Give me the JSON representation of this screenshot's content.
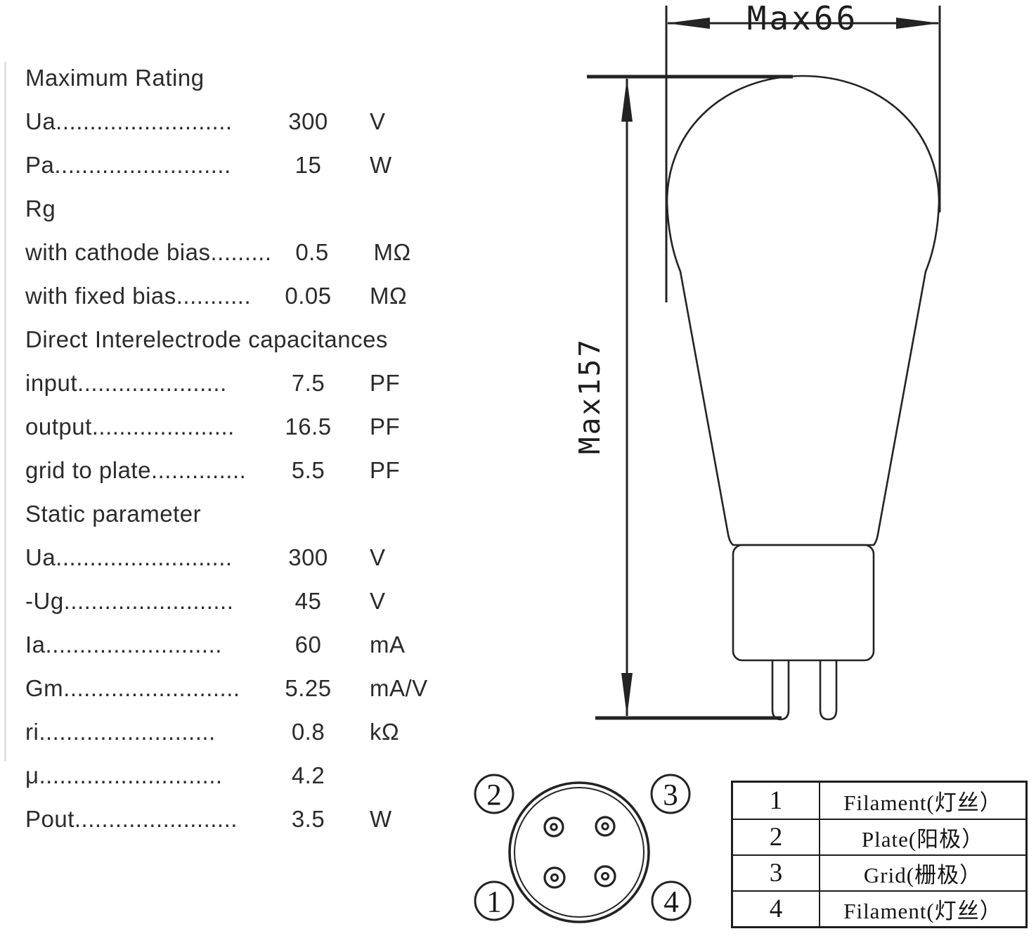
{
  "specs": {
    "rows": [
      {
        "label": "Maximum Rating",
        "value": "",
        "unit": ""
      },
      {
        "label": "Ua..........................",
        "value": "300",
        "unit": "V"
      },
      {
        "label": "Pa..........................",
        "value": "15",
        "unit": "W"
      },
      {
        "label": "Rg",
        "value": "",
        "unit": ""
      },
      {
        "label": "with cathode bias.........",
        "value": "0.5",
        "unit": "MΩ"
      },
      {
        "label": "with fixed bias...........",
        "value": "0.05",
        "unit": "MΩ"
      },
      {
        "label": "Direct Interelectrode capacitances",
        "value": "",
        "unit": ""
      },
      {
        "label": "input......................",
        "value": "7.5",
        "unit": "PF"
      },
      {
        "label": "output.....................",
        "value": "16.5",
        "unit": "PF"
      },
      {
        "label": "grid to plate..............",
        "value": "5.5",
        "unit": "PF"
      },
      {
        "label": "Static parameter",
        "value": "",
        "unit": ""
      },
      {
        "label": "Ua..........................",
        "value": "300",
        "unit": "V"
      },
      {
        "label": "-Ug.........................",
        "value": "45",
        "unit": "V"
      },
      {
        "label": "Ia..........................",
        "value": "60",
        "unit": "mA"
      },
      {
        "label": "Gm..........................",
        "value": "5.25",
        "unit": "mA/V"
      },
      {
        "label": "ri..........................",
        "value": "0.8",
        "unit": "kΩ"
      },
      {
        "label": "μ...........................",
        "value": "4.2",
        "unit": ""
      },
      {
        "label": "Pout........................",
        "value": "3.5",
        "unit": "W"
      }
    ]
  },
  "drawing": {
    "width_label": "Max66",
    "height_label": "Max157"
  },
  "pinout": {
    "top_left": "2",
    "top_right": "3",
    "bottom_left": "1",
    "bottom_right": "4"
  },
  "pin_table": {
    "rows": [
      {
        "pin": "1",
        "function": "Filament(灯丝）"
      },
      {
        "pin": "2",
        "function": "Plate(阳极）"
      },
      {
        "pin": "3",
        "function": "Grid(栅极）"
      },
      {
        "pin": "4",
        "function": "Filament(灯丝）"
      }
    ]
  },
  "colors": {
    "ink": "#232323",
    "background": "#ffffff"
  }
}
